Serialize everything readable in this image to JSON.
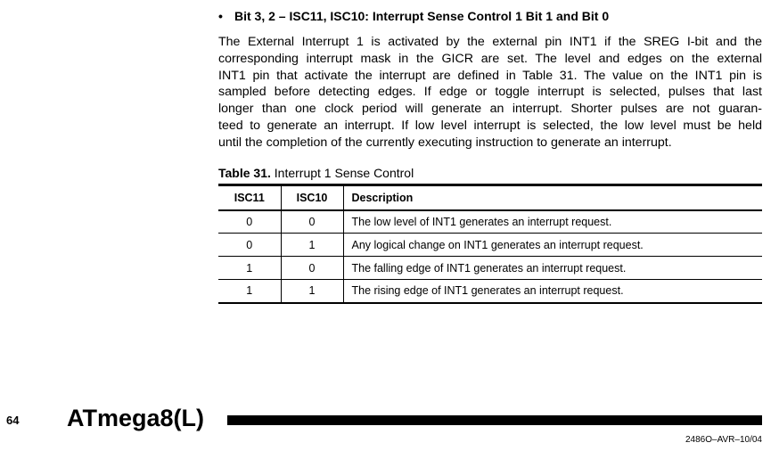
{
  "section": {
    "bullet": "•",
    "heading": "Bit 3, 2 – ISC11, ISC10: Interrupt Sense Control 1 Bit 1 and Bit 0"
  },
  "paragraph": {
    "lines": [
      "The External Interrupt 1 is activated by the external pin INT1 if the SREG I-bit and the",
      "corresponding interrupt mask in the GICR are set. The level and edges on the external",
      "INT1 pin that activate the interrupt are defined in Table 31. The value on the INT1 pin is",
      "sampled before detecting edges. If edge or toggle interrupt is selected, pulses that last",
      "longer than one clock period will generate an interrupt. Shorter pulses are not guaran-",
      "teed to generate an interrupt. If low level interrupt is selected, the low level must be held",
      "until the completion of the currently executing instruction to generate an interrupt."
    ]
  },
  "table": {
    "caption_number": "Table 31.",
    "caption_title": "Interrupt 1 Sense Control",
    "headers": [
      "ISC11",
      "ISC10",
      "Description"
    ],
    "rows": [
      [
        "0",
        "0",
        "The low level of INT1 generates an interrupt request."
      ],
      [
        "0",
        "1",
        "Any logical change on INT1 generates an interrupt request."
      ],
      [
        "1",
        "0",
        "The falling edge of INT1 generates an interrupt request."
      ],
      [
        "1",
        "1",
        "The rising edge of INT1 generates an interrupt request."
      ]
    ]
  },
  "footer": {
    "page_number": "64",
    "product": "ATmega8(L)",
    "doc_ref": "2486O–AVR–10/04"
  }
}
